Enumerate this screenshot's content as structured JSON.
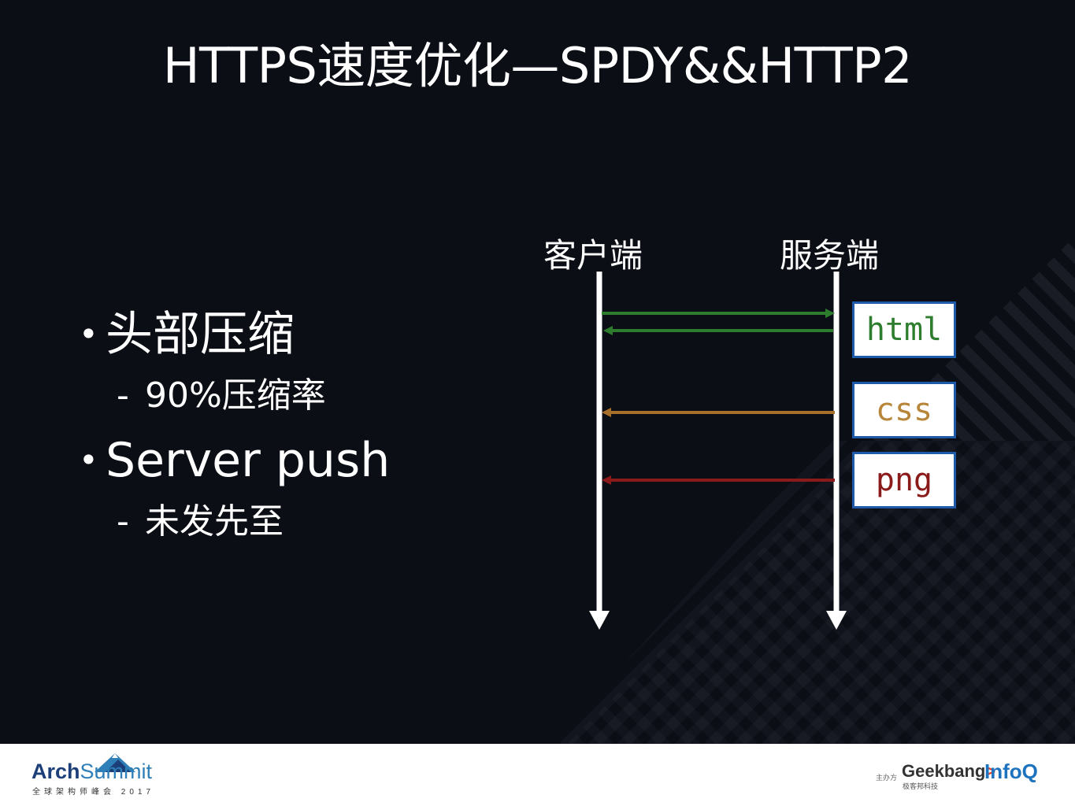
{
  "slide": {
    "title": "HTTPS速度优化—SPDY&&HTTP2",
    "bullets": [
      {
        "text": "头部压缩",
        "sub": "90%压缩率"
      },
      {
        "text": "Server push",
        "sub": "未发先至"
      }
    ],
    "bullet_symbol": "•",
    "sub_symbol": "-"
  },
  "diagram": {
    "client_label": "客户端",
    "server_label": "服务端",
    "resources": [
      {
        "name": "html",
        "color": "#2e7d2e"
      },
      {
        "name": "css",
        "color": "#b8863a"
      },
      {
        "name": "png",
        "color": "#8b1a1a"
      }
    ],
    "arrow_colors": {
      "request": "#2e7d2e",
      "response": "#2e7d2e",
      "css_push": "#a66f2a",
      "png_push": "#8b1a1a"
    }
  },
  "footer": {
    "arch_part1": "Arch",
    "arch_part2": "Summit",
    "arch_sub": "全球架构师峰会 2017",
    "sponsor_label": "主办方",
    "geek_text": "Geekbang",
    "geek_arrow": ">",
    "geek_sub": "极客邦科技",
    "infoq": "InfoQ"
  }
}
